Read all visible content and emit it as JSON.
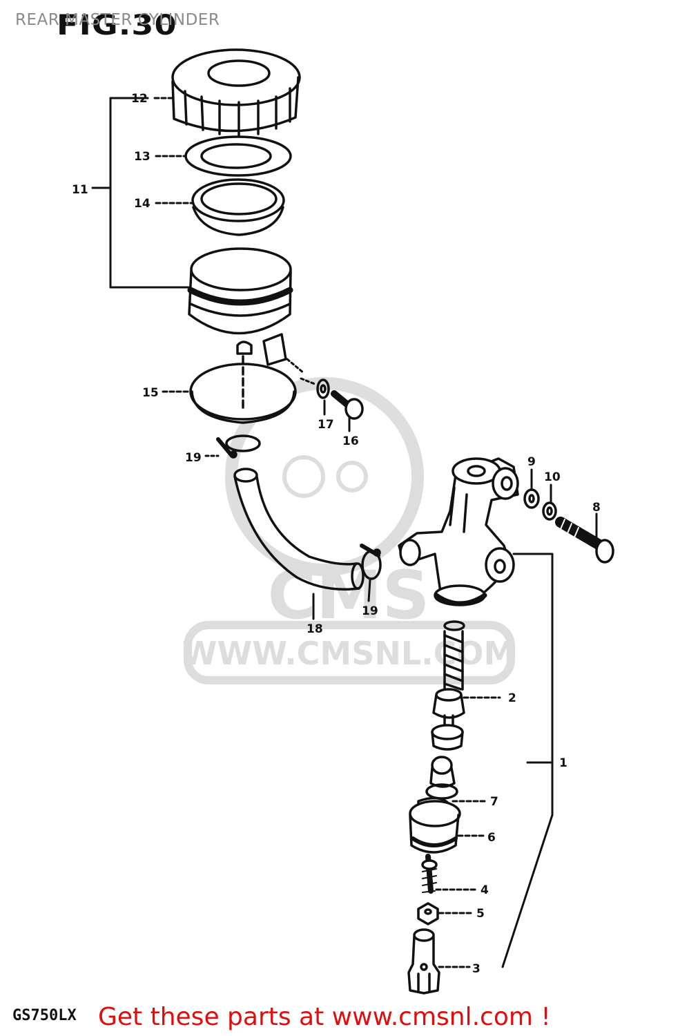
{
  "page": {
    "title": "REAR MASTER CYLINDER",
    "figure_label": "FIG.30",
    "model": "GS750LX",
    "promo": "Get these parts at www.cmsnl.com !",
    "watermark_text": "WWW.CMSNL.COM",
    "watermark_brand": "CMS",
    "promo_color": "#e10d0d"
  },
  "callouts": {
    "c1": "1",
    "c2": "2",
    "c3": "3",
    "c4": "4",
    "c5": "5",
    "c6": "6",
    "c7": "7",
    "c8": "8",
    "c9": "9",
    "c10": "10",
    "c11": "11",
    "c12": "12",
    "c13": "13",
    "c14": "14",
    "c15": "15",
    "c16": "16",
    "c17": "17",
    "c18": "18",
    "c19a": "19",
    "c19b": "19"
  }
}
